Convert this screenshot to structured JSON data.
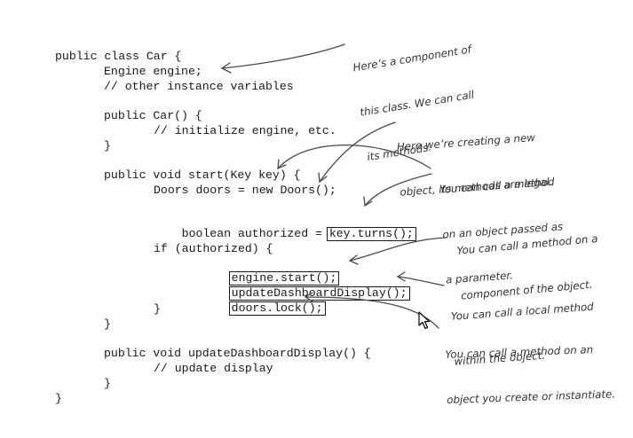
{
  "code": {
    "l1": "public class Car {",
    "l2": "Engine engine;",
    "l3": "// other instance variables",
    "l4": "public Car() {",
    "l5": "// initialize engine, etc.",
    "l6": "}",
    "l7": "public void start(Key key) {",
    "l8": "Doors doors = new Doors();",
    "l9_prefix": "boolean authorized = ",
    "l9_boxed": "key.turns();",
    "l10": "if (authorized) {",
    "l11": "engine.start();",
    "l12": "updateDashboardDisplay();",
    "l13": "doors.lock();",
    "l14": "}",
    "l15": "}",
    "l16": "public void updateDashboardDisplay() {",
    "l17": "// update display",
    "l18": "}",
    "l19": "}"
  },
  "annotations": {
    "component": [
      "Here’s a component of",
      "this class. We can call",
      "its methods."
    ],
    "new_object": [
      "Here we’re creating a new",
      "object, its methods are legal."
    ],
    "parameter": [
      "You can call a method",
      "on an object passed as",
      "a parameter."
    ],
    "component_method": [
      "You can call a method on a",
      "component of the object."
    ],
    "local_method": [
      "You can call a local method",
      "within the object."
    ],
    "instantiate": [
      "You can call a method on an",
      "object you create or instantiate."
    ]
  }
}
